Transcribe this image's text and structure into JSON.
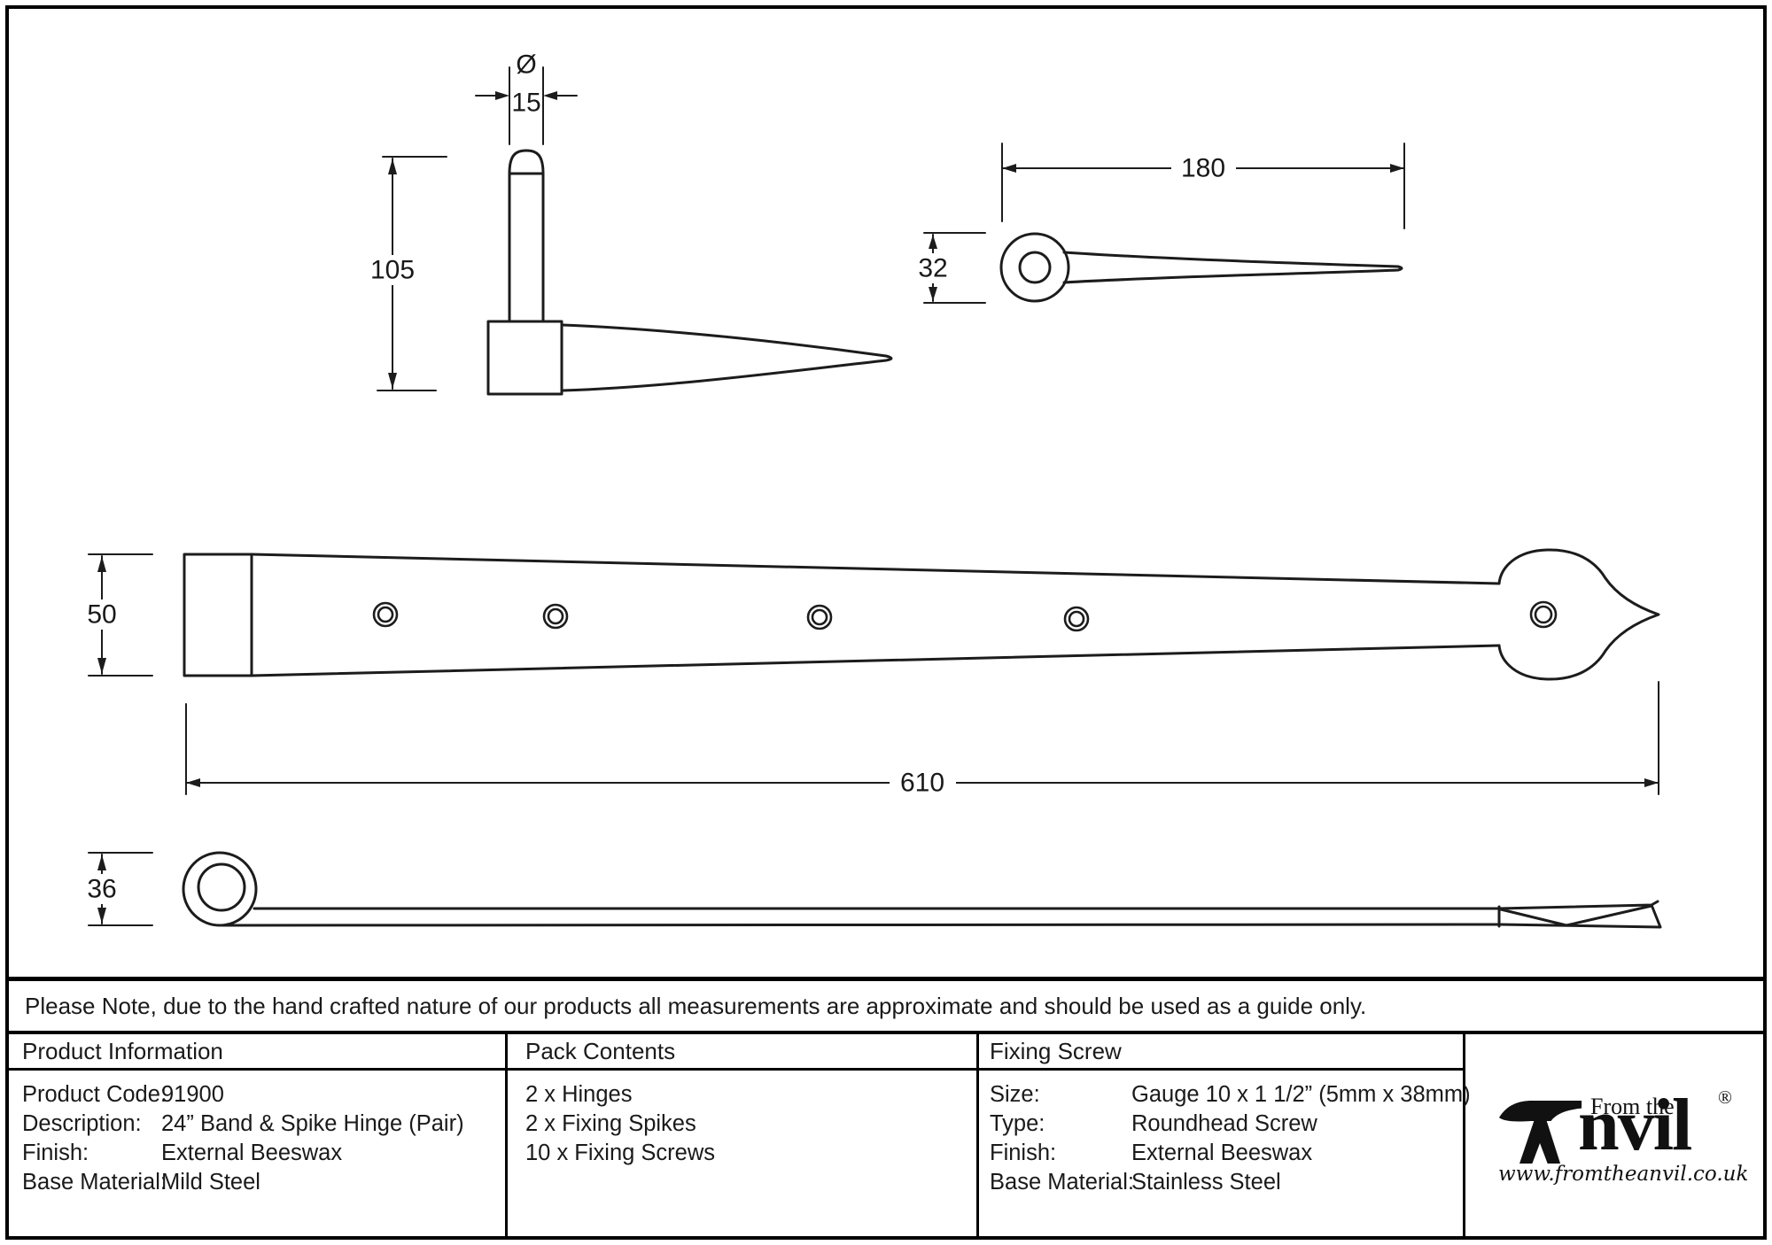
{
  "note": {
    "text": "Please Note, due to the hand crafted nature of our products all measurements are approximate and should be used as a guide only."
  },
  "dimensions": {
    "spike_side": {
      "diameter_symbol": "Ø",
      "diameter": "15",
      "height": "105"
    },
    "spike_top": {
      "length": "180",
      "eye_width": "32"
    },
    "band_front": {
      "width": "50",
      "length": "610"
    },
    "band_side": {
      "curl_height": "36"
    }
  },
  "table": {
    "product_information": {
      "header": "Product Information",
      "rows": [
        {
          "label": "Product Code:",
          "value": "91900"
        },
        {
          "label": "Description:",
          "value": "24” Band & Spike Hinge (Pair)"
        },
        {
          "label": "Finish:",
          "value": "External Beeswax"
        },
        {
          "label": "Base Material:",
          "value": "Mild Steel"
        }
      ]
    },
    "pack_contents": {
      "header": "Pack Contents",
      "items": [
        "2 x Hinges",
        "2 x Fixing Spikes",
        "10 x Fixing Screws"
      ]
    },
    "fixing_screw": {
      "header": "Fixing Screw",
      "rows": [
        {
          "label": "Size:",
          "value": "Gauge 10 x 1 1/2” (5mm x 38mm)"
        },
        {
          "label": "Type:",
          "value": "Roundhead Screw"
        },
        {
          "label": "Finish:",
          "value": "External Beeswax"
        },
        {
          "label": "Base Material:",
          "value": "Stainless Steel"
        }
      ]
    }
  },
  "logo": {
    "prefix": "From the",
    "brand_rest": "nvil",
    "registered": "®",
    "website": "www.fromtheanvil.co.uk"
  },
  "colors": {
    "ink": "#1a1a1a",
    "background": "#ffffff"
  }
}
